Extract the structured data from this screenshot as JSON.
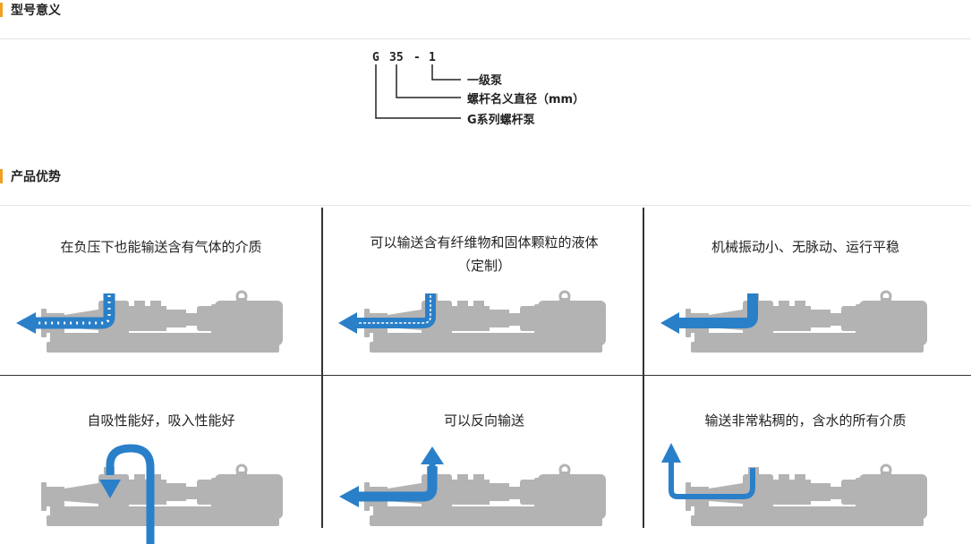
{
  "sections": {
    "model_meaning": "型号意义",
    "advantages": "产品优势"
  },
  "model_code": {
    "letter": "G",
    "diameter": "35",
    "dash": "-",
    "stage": "1",
    "labels": {
      "stage": "一级泵",
      "diameter": "螺杆名义直径（mm）",
      "series": "G系列螺杆泵"
    }
  },
  "advantages": [
    {
      "line1": "在负压下也能输送含有气体的介质",
      "line2": "",
      "icon": "gas-liquid-flow-icon"
    },
    {
      "line1": "可以输送含有纤维物和固体颗粒的液体",
      "line2": "（定制）",
      "icon": "fiber-solids-flow-icon"
    },
    {
      "line1": "机械振动小、无脉动、运行平稳",
      "line2": "",
      "icon": "smooth-flow-icon"
    },
    {
      "line1": "自吸性能好，吸入性能好",
      "line2": "",
      "icon": "self-priming-icon"
    },
    {
      "line1": "可以反向输送",
      "line2": "",
      "icon": "reverse-flow-icon"
    },
    {
      "line1": "输送非常粘稠的，含水的所有介质",
      "line2": "",
      "icon": "viscous-flow-icon"
    }
  ],
  "colors": {
    "accent": "#f0a020",
    "flow": "#2a7fc9",
    "pump": "#b3b3b3"
  }
}
